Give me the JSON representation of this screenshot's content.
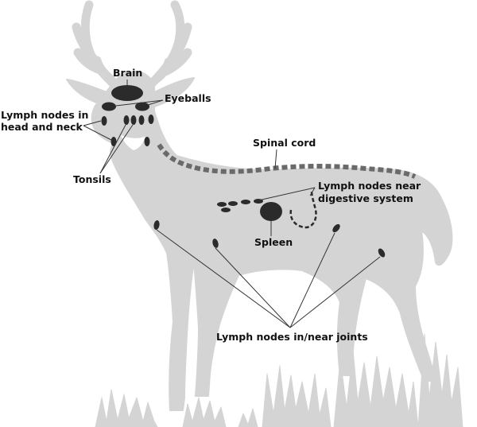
{
  "labels": {
    "brain": "Brain",
    "eyeballs": "Eyeballs",
    "lymph_head_neck_line1": "Lymph nodes in",
    "lymph_head_neck_line2": "head and  neck",
    "tonsils": "Tonsils",
    "spinal_cord": "Spinal cord",
    "lymph_digestive_line1": "Lymph nodes near",
    "lymph_digestive_line2": "digestive system",
    "spleen": "Spleen",
    "lymph_joints": "Lymph nodes in/near joints"
  },
  "colors": {
    "silhouette": "#d4d4d4",
    "organ": "#2b2b2b",
    "leader_line": "#333333",
    "text": "#111111"
  }
}
